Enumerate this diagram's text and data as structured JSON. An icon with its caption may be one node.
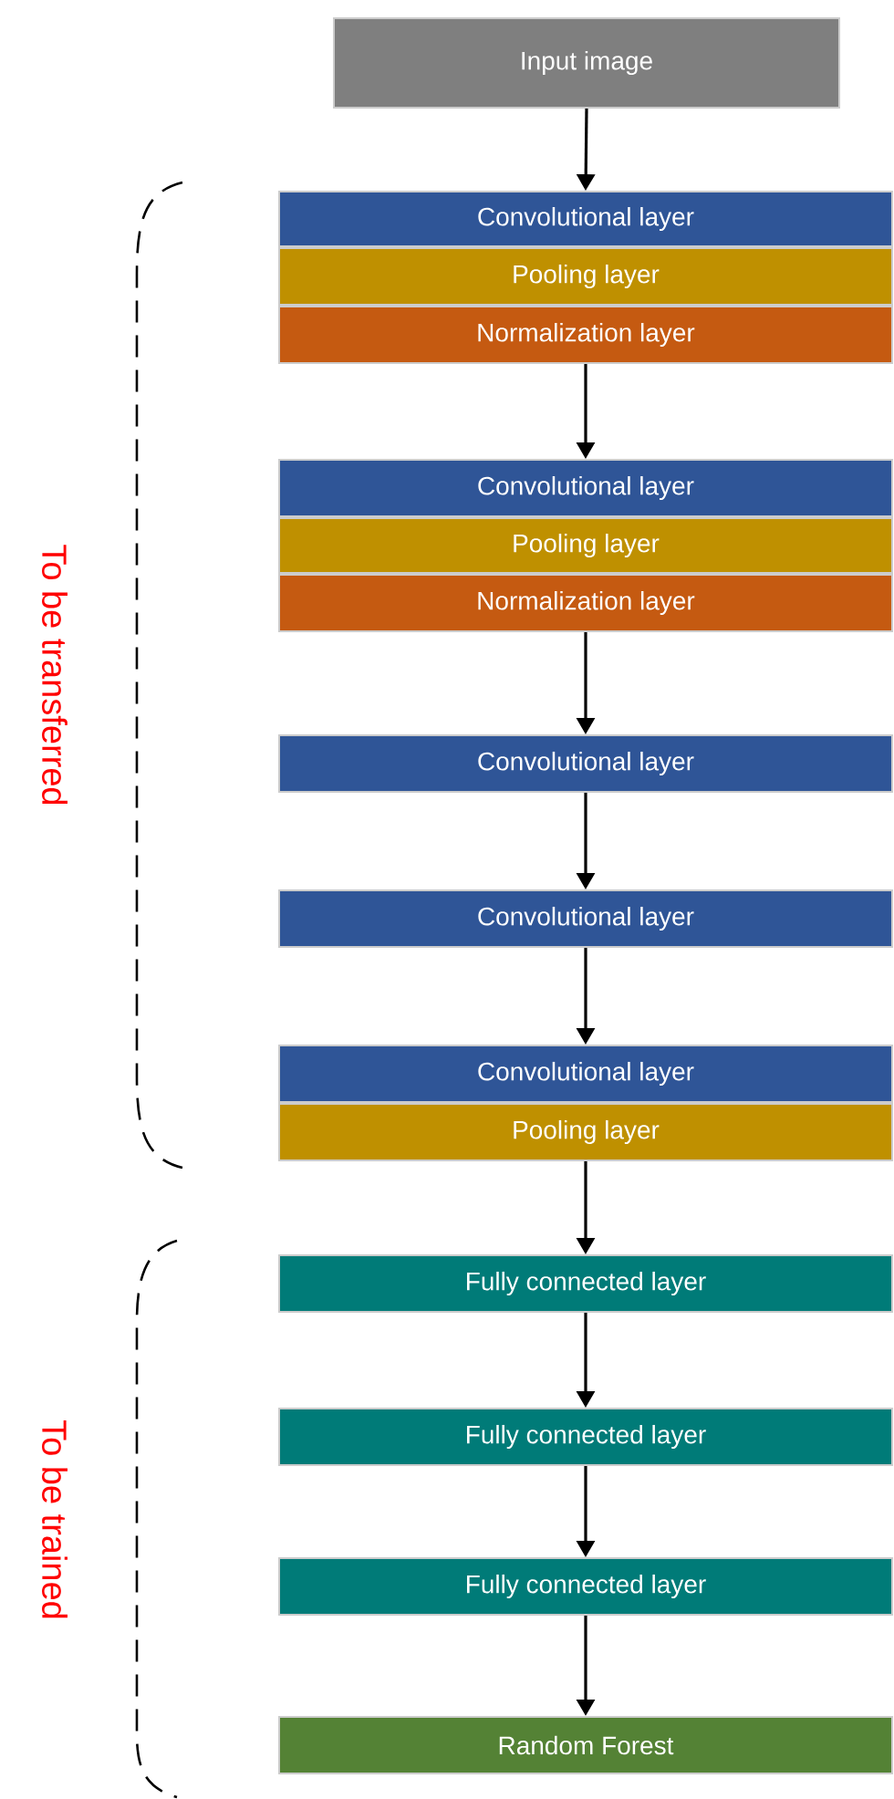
{
  "diagram": {
    "nodes": [
      {
        "text": [
          "Input image"
        ]
      },
      {
        "text": [
          "Convolutional layer"
        ]
      },
      {
        "text": [
          "Pooling layer"
        ]
      },
      {
        "text": [
          "Normalization layer"
        ]
      },
      {
        "text": [
          "Convolutional layer"
        ]
      },
      {
        "text": [
          "Pooling layer"
        ]
      },
      {
        "text": [
          "Normalization layer"
        ]
      },
      {
        "text": [
          "Convolutional layer"
        ]
      },
      {
        "text": [
          "Convolutional layer"
        ]
      },
      {
        "text": [
          "Convolutional layer"
        ]
      },
      {
        "text": [
          "Pooling layer"
        ]
      },
      {
        "text": [
          "Fully connected layer"
        ]
      },
      {
        "text": [
          "Fully connected layer"
        ]
      },
      {
        "text": [
          "Fully connected layer"
        ]
      },
      {
        "text": [
          "Random Forest"
        ]
      }
    ],
    "edges": [
      {
        "from": 0,
        "to": 1,
        "arrow": "to"
      },
      {
        "from": 3,
        "to": 4,
        "arrow": "to"
      },
      {
        "from": 6,
        "to": 7,
        "arrow": "to"
      },
      {
        "from": 7,
        "to": 8,
        "arrow": "to"
      },
      {
        "from": 8,
        "to": 9,
        "arrow": "to"
      },
      {
        "from": 10,
        "to": 11,
        "arrow": "to"
      },
      {
        "from": 11,
        "to": 12,
        "arrow": "to"
      },
      {
        "from": 12,
        "to": 13,
        "arrow": "to"
      },
      {
        "from": 13,
        "to": 14,
        "arrow": "to"
      }
    ],
    "labels": [
      "To be transferred",
      "To be trained"
    ]
  }
}
